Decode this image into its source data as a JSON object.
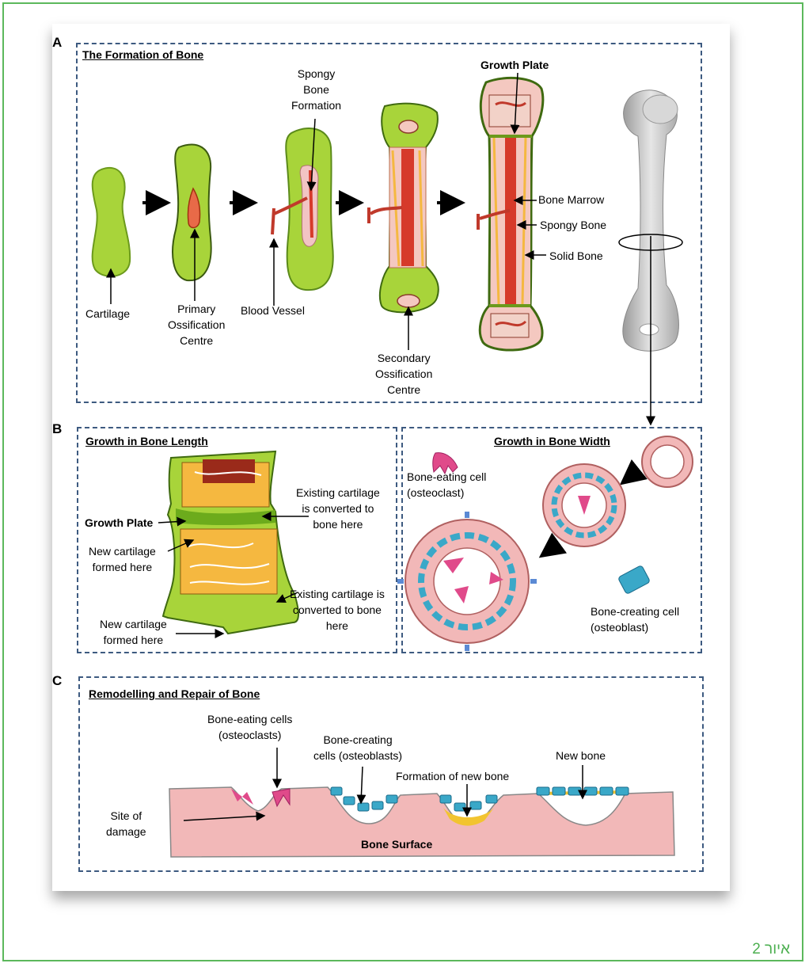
{
  "panels": {
    "a": {
      "letter": "A",
      "title": "The Formation of Bone",
      "labels": {
        "cartilage": "Cartilage",
        "primary": "Primary\nOssification\nCentre",
        "blood_vessel": "Blood Vessel",
        "spongy_formation": "Spongy\nBone\nFormation",
        "secondary": "Secondary\nOssification\nCentre",
        "growth_plate": "Growth Plate",
        "bone_marrow": "Bone Marrow",
        "spongy_bone": "Spongy Bone",
        "solid_bone": "Solid Bone"
      }
    },
    "b": {
      "letter": "B",
      "length_title": "Growth in Bone Length",
      "width_title": "Growth in Bone Width",
      "labels": {
        "growth_plate": "Growth Plate",
        "existing_top": "Existing cartilage\nis converted to\nbone here",
        "new_cartilage_mid": "New cartilage\nformed here",
        "existing_bottom": "Existing cartilage is\nconverted to bone\nhere",
        "new_cartilage_bottom": "New cartilage\nformed here",
        "osteoclast": "Bone-eating cell\n(osteoclast)",
        "osteoblast": "Bone-creating cell\n(osteoblast)"
      }
    },
    "c": {
      "letter": "C",
      "title": "Remodelling and Repair of Bone",
      "labels": {
        "osteoclasts": "Bone-eating cells\n(osteoclasts)",
        "osteoblasts": "Bone-creating\ncells (osteoblasts)",
        "formation": "Formation of new bone",
        "new_bone": "New bone",
        "site": "Site of\ndamage",
        "surface": "Bone Surface"
      }
    }
  },
  "figure_caption": "איור 2",
  "colors": {
    "frame": "#5cb85c",
    "dashed_border": "#3d5a80",
    "cartilage": "#a8d43a",
    "bone_pink": "#f2b8b8",
    "marrow_red": "#d63a2a",
    "spongy_yellow": "#f5b840",
    "osteoclast": "#e04a8a",
    "osteoblast": "#3aa8c8",
    "caption": "#4caf50"
  }
}
